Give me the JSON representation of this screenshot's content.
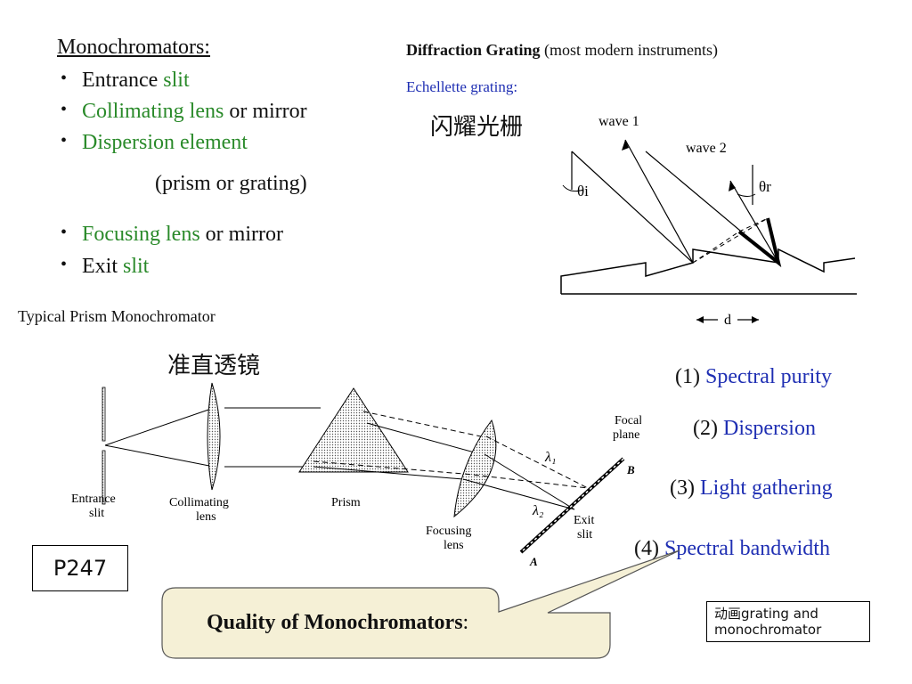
{
  "monochromators": {
    "heading": "Monochromators:",
    "items": [
      {
        "parts": [
          {
            "text": "Entrance ",
            "color": "black"
          },
          {
            "text": "slit",
            "color": "green"
          }
        ]
      },
      {
        "parts": [
          {
            "text": "Collimating lens",
            "color": "green"
          },
          {
            "text": " or mirror",
            "color": "black"
          }
        ]
      },
      {
        "parts": [
          {
            "text": "Dispersion element",
            "color": "green"
          }
        ]
      },
      {
        "parts": [
          {
            "text": "(prism or grating)",
            "color": "black"
          }
        ],
        "indent": true
      },
      {
        "parts": [
          {
            "text": "Focusing lens",
            "color": "green"
          },
          {
            "text": " or mirror",
            "color": "black"
          }
        ]
      },
      {
        "parts": [
          {
            "text": "Exit ",
            "color": "black"
          },
          {
            "text": "slit",
            "color": "green"
          }
        ]
      }
    ]
  },
  "grating": {
    "title_bold": "Diffraction Grating",
    "title_rest": " (most modern instruments)",
    "subtitle": "Echellette grating:",
    "chinese": "闪耀光栅",
    "wave1": "wave 1",
    "wave2": "wave 2",
    "theta_i": "θi",
    "theta_r": "θr",
    "d_label": "d"
  },
  "prism": {
    "title": "Typical Prism Monochromator",
    "chinese": "准直透镜",
    "labels": {
      "entrance": [
        "Entrance",
        "slit"
      ],
      "collimating": [
        "Collimating",
        "lens"
      ],
      "prism": "Prism",
      "focusing": [
        "Focusing",
        "lens"
      ],
      "focal": [
        "Focal",
        "plane"
      ],
      "exit": [
        "Exit",
        "slit"
      ],
      "lambda1": "λ₁",
      "lambda2": "λ₂",
      "A": "A",
      "B": "B"
    }
  },
  "quality": {
    "items": [
      {
        "num": "(1) ",
        "text": "Spectral purity"
      },
      {
        "num": "(2) ",
        "text": "Dispersion"
      },
      {
        "num": "(3) ",
        "text": "Light gathering"
      },
      {
        "num": "(4) ",
        "text": "Spectral bandwidth"
      }
    ],
    "callout_bold": "Quality of Monochromators",
    "callout_colon": ":"
  },
  "page_ref": "P247",
  "note": {
    "line1": "动画grating and",
    "line2": "monochromator"
  },
  "colors": {
    "green": "#2a8a2a",
    "blue": "#1f2fb3",
    "callout_fill": "#f5f0d6"
  }
}
